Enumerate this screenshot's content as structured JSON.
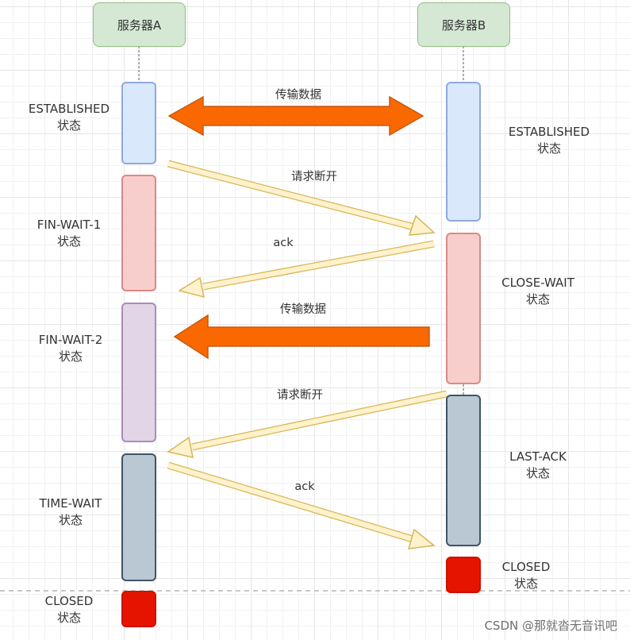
{
  "servers": {
    "a": "服务器A",
    "b": "服务器B"
  },
  "states_a": [
    {
      "name": "ESTABLISHED",
      "suffix": "状态"
    },
    {
      "name": "FIN-WAIT-1",
      "suffix": "状态"
    },
    {
      "name": "FIN-WAIT-2",
      "suffix": "状态"
    },
    {
      "name": "TIME-WAIT",
      "suffix": "状态"
    },
    {
      "name": "CLOSED",
      "suffix": "状态"
    }
  ],
  "states_b": [
    {
      "name": "ESTABLISHED",
      "suffix": "状态"
    },
    {
      "name": "CLOSE-WAIT",
      "suffix": "状态"
    },
    {
      "name": "LAST-ACK",
      "suffix": "状态"
    },
    {
      "name": "CLOSED",
      "suffix": "状态"
    }
  ],
  "messages": [
    "传输数据",
    "请求断开",
    "ack",
    "传输数据",
    "请求断开",
    "ack"
  ],
  "colors": {
    "established": "#dae8fc",
    "fin_wait_1": "#f8cecc",
    "fin_wait_2": "#e1d5e7",
    "time_wait": "#bac8d3",
    "closed": "#e51400",
    "data_arrow": "#fa6800",
    "control_arrow": "#fff2cc"
  },
  "watermark": "CSDN @那就沓无音讯吧"
}
